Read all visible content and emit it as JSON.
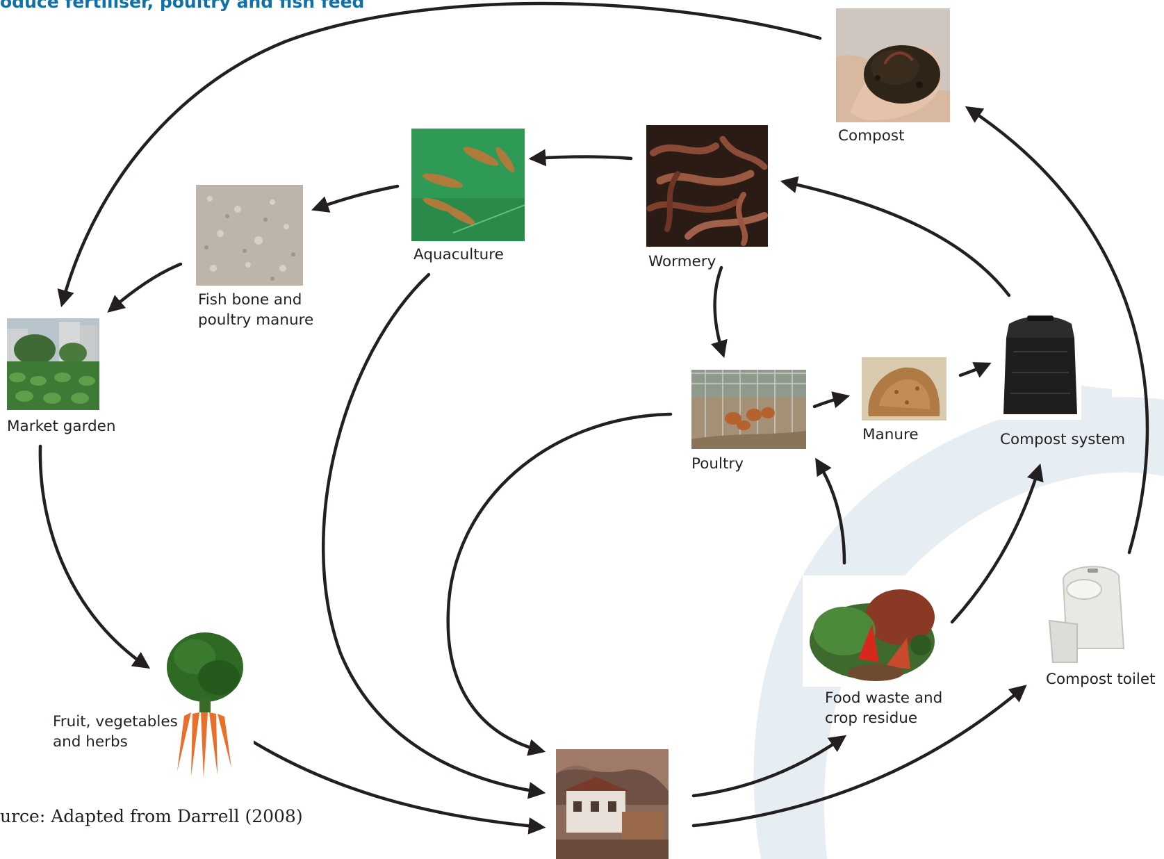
{
  "title": "oduce fertiliser, poultry and fish feed",
  "source": "urce: Adapted from Darrell (2008)",
  "nodes": {
    "compost": {
      "label": "Compost"
    },
    "aquaculture": {
      "label": "Aquaculture"
    },
    "wormery": {
      "label": "Wormery"
    },
    "fish_bone": {
      "label_line1": "Fish bone and",
      "label_line2": "poultry manure"
    },
    "market_garden": {
      "label": "Market garden"
    },
    "poultry": {
      "label": "Poultry"
    },
    "manure": {
      "label": "Manure"
    },
    "compost_system": {
      "label": "Compost system"
    },
    "food_waste": {
      "label_line1": "Food waste and",
      "label_line2": "crop residue"
    },
    "compost_toilet": {
      "label": "Compost toilet"
    },
    "fruit_veg": {
      "label_line1": "Fruit, vegetables",
      "label_line2": "and herbs"
    },
    "household": {
      "label": ""
    }
  },
  "colors": {
    "title": "#1170a8",
    "arrow": "#231f20",
    "text": "#231f20",
    "background_swoosh": "#e6eef3"
  },
  "icons": {
    "compost": "compost-in-hand-photo",
    "aquaculture": "fish-photo",
    "wormery": "worms-photo",
    "fish_bone": "fish-bone-meal-photo",
    "market_garden": "market-garden-photo",
    "poultry": "chickens-photo",
    "manure": "manure-heap-photo",
    "compost_system": "compost-bin-photo",
    "food_waste": "food-waste-pile-photo",
    "compost_toilet": "compost-toilet-photo",
    "fruit_veg": "carrots-photo",
    "household": "house-photo"
  }
}
